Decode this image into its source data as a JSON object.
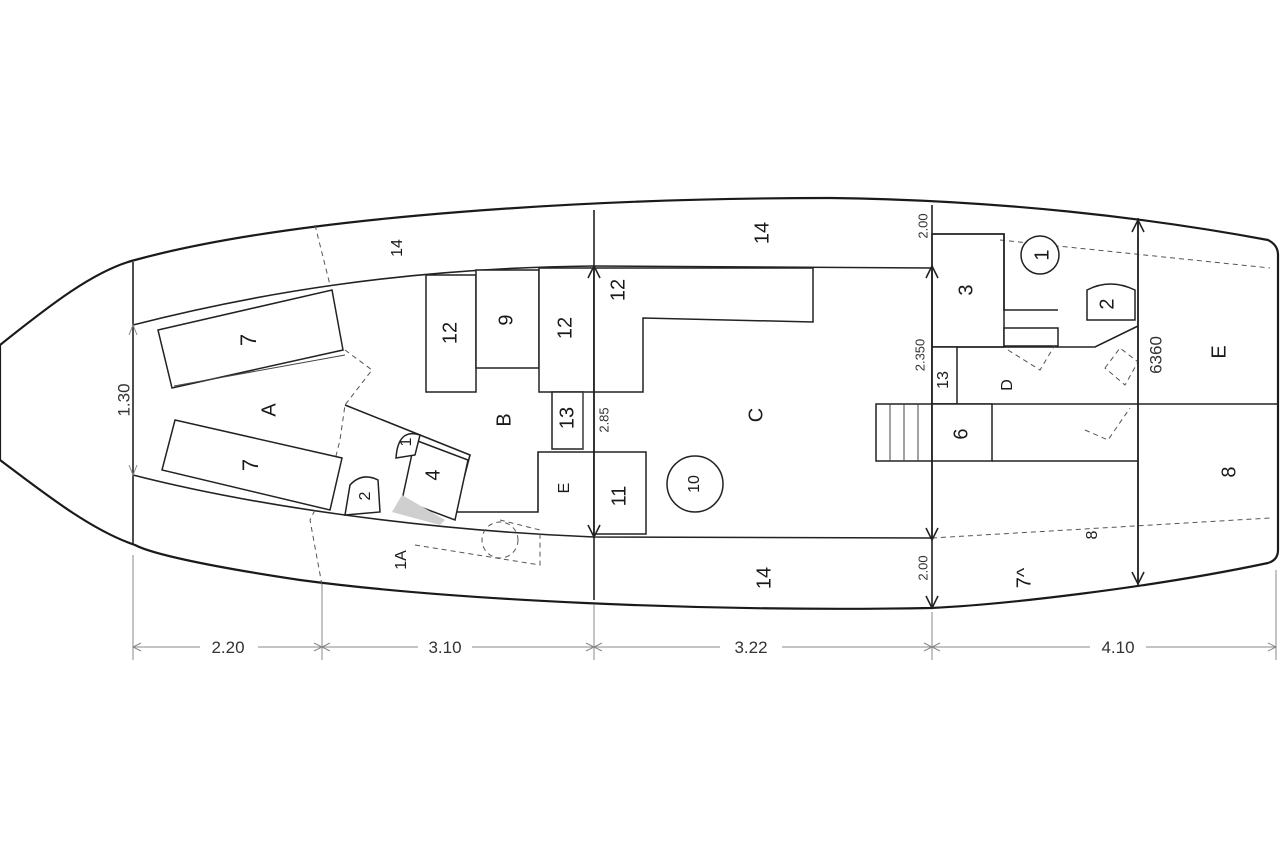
{
  "zones": {
    "A": "A",
    "B": "B",
    "C": "C",
    "D": "D",
    "E_small": "E",
    "E_aft": "E",
    "z1A": "1A"
  },
  "items": {
    "i7_upper": "7",
    "i7_lower": "7",
    "i7_aft": "7^",
    "i14_fwd": "14",
    "i14_mid": "14",
    "i14_bottom": "14",
    "i12_a": "12",
    "i12_b": "12",
    "i12_c": "12",
    "i9": "9",
    "i13_mid": "13",
    "i13_aft": "13",
    "i11": "11",
    "i10": "10",
    "i4": "4",
    "i1_small": "1",
    "i2_small": "2",
    "i1_aft": "1",
    "i2_aft": "2",
    "i3": "3",
    "i6": "6",
    "i8_small": "8",
    "i8_aft": "8"
  },
  "dimensions": {
    "d1": "2.20",
    "d2": "3.10",
    "d3": "3.22",
    "d4": "4.10",
    "beam_fwd": "1.30",
    "width_mid": "2.85",
    "width_aft": "2.350",
    "beam_aft": "6360",
    "top_clear": "2.00",
    "bottom_clear": "2.00"
  }
}
